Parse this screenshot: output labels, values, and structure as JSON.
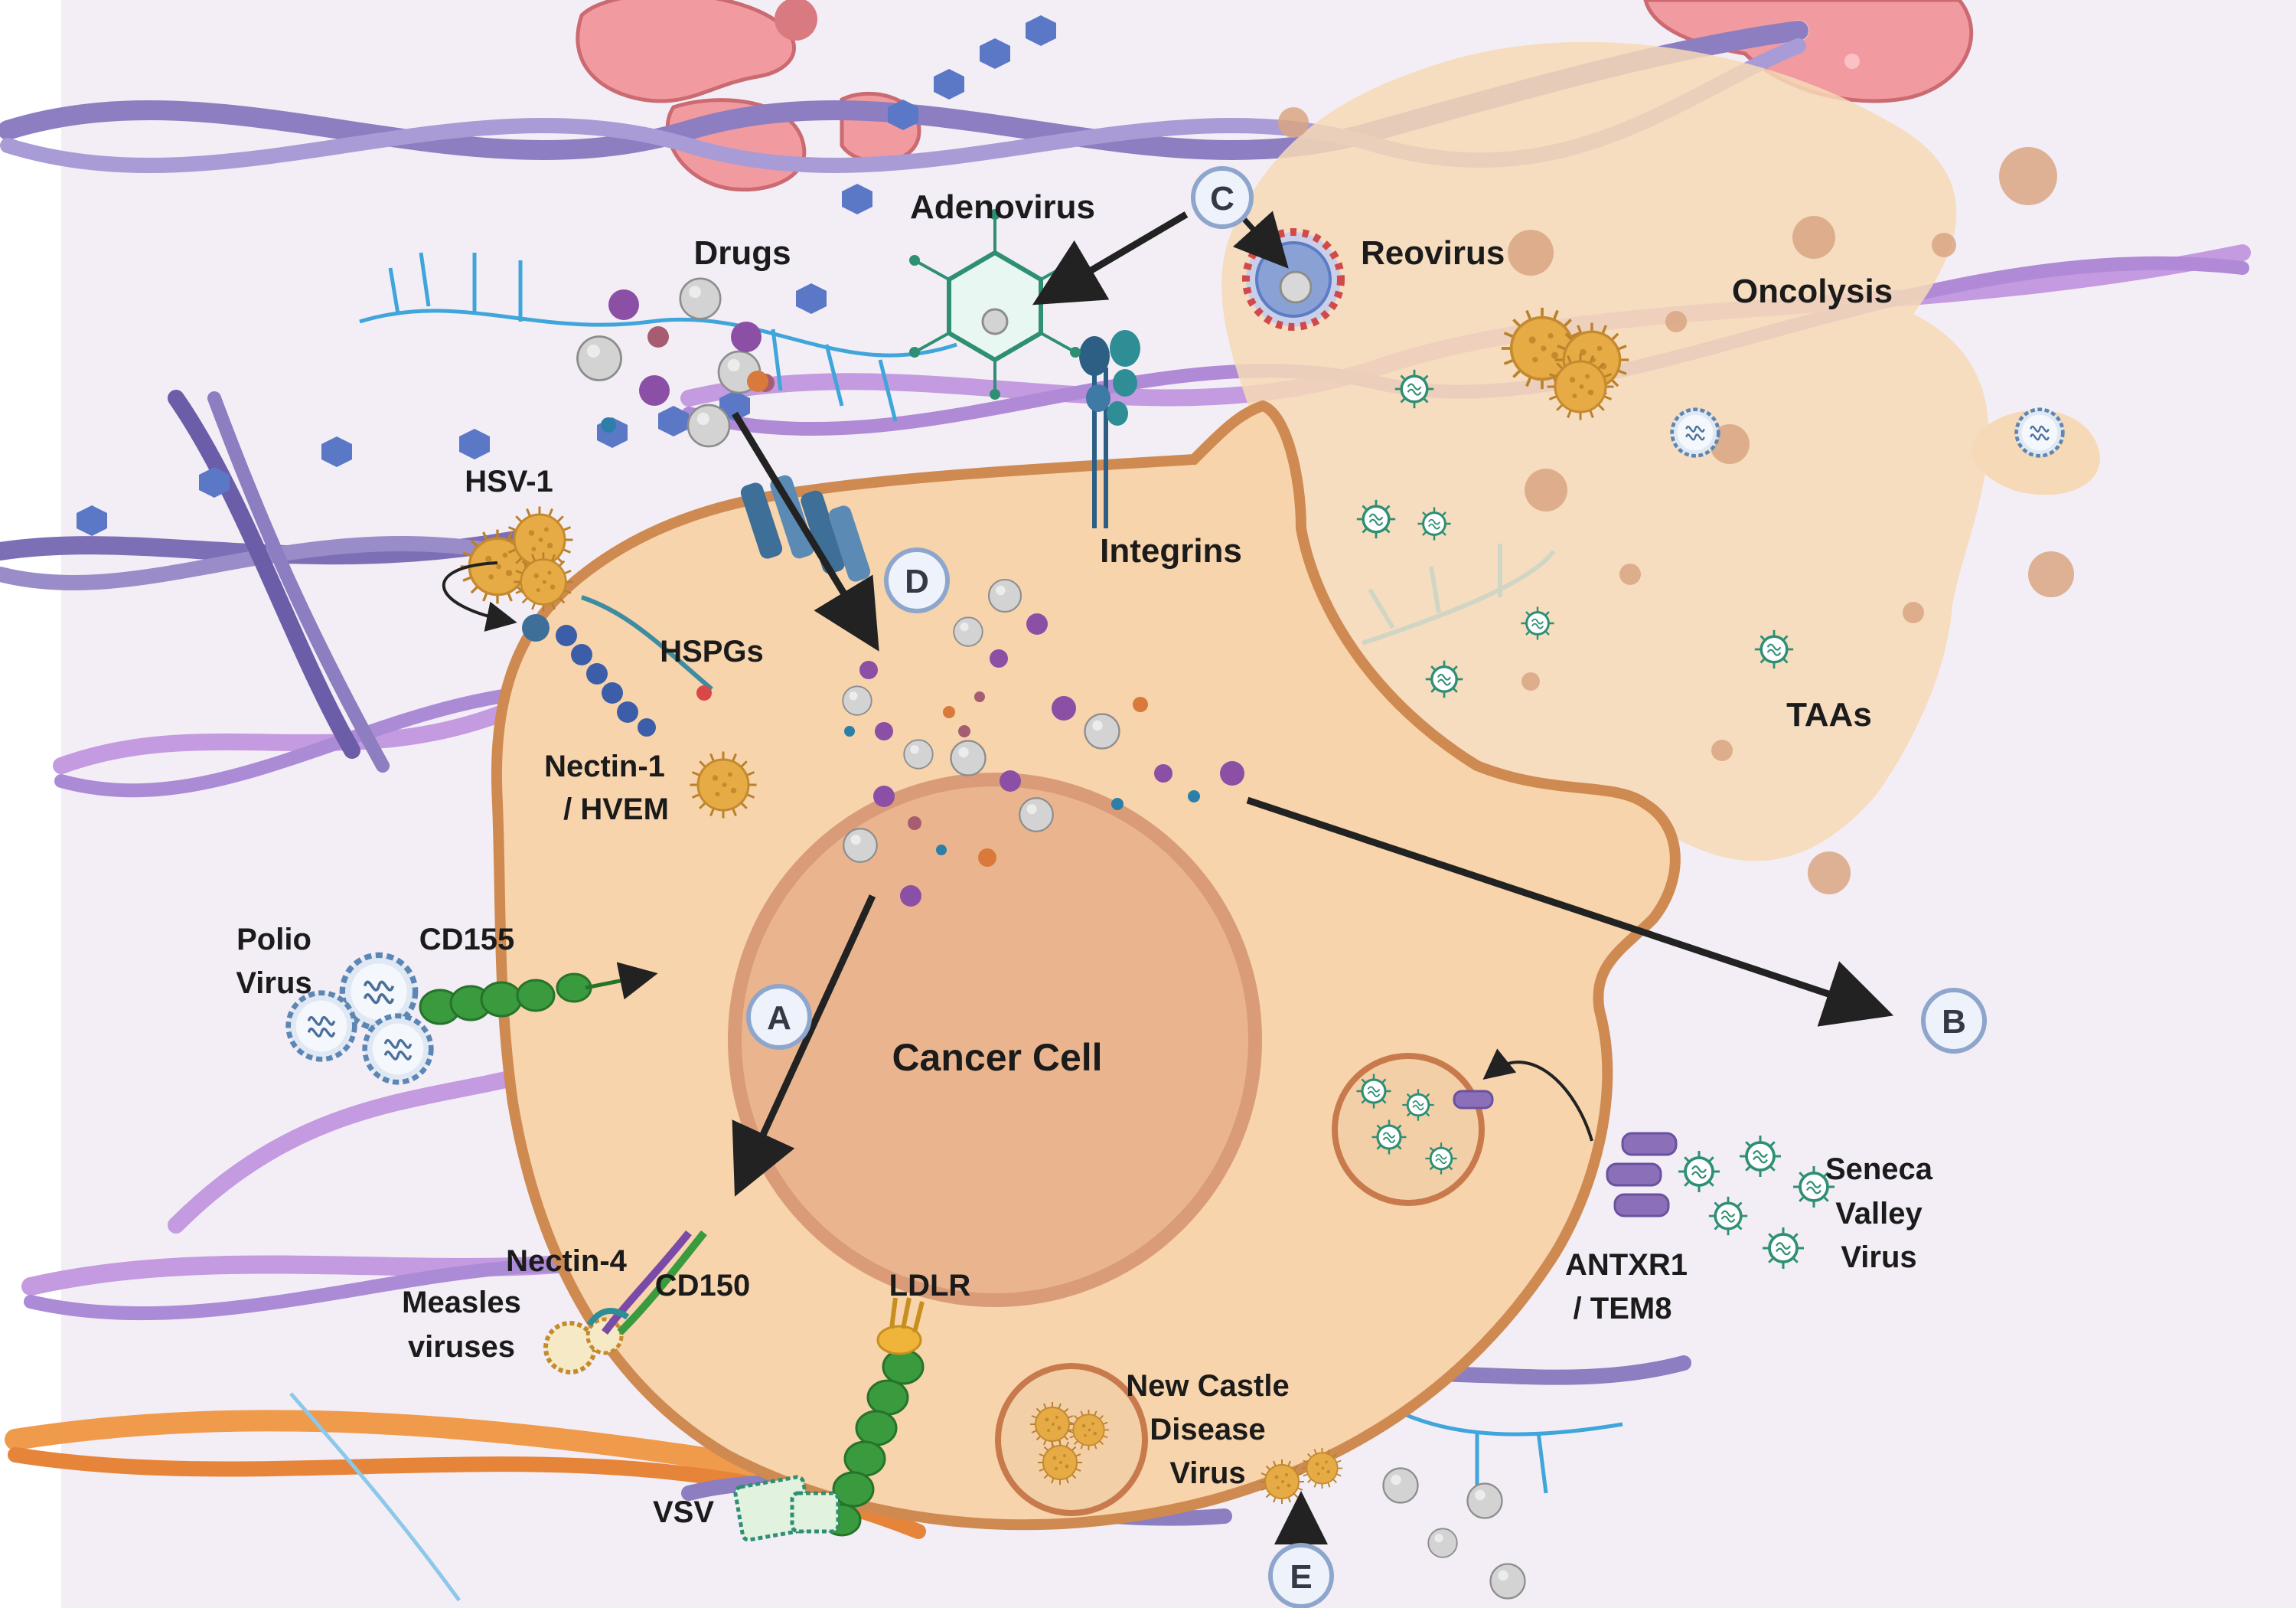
{
  "colors": {
    "background": "#f3eef6",
    "cytoplasm": "#f7d4ab",
    "membrane": "#cf8a52",
    "nucleus": "#eab58e",
    "nucleus_edge": "#d99b78",
    "tumor_mass": "#f6d9b6",
    "collagen_purple": "#8c7ec0",
    "collagen_violet": "#c49ae0",
    "collagen_orange": "#f09a4b",
    "arrow": "#222222",
    "marker_fill": "#eef3fb",
    "marker_stroke": "#8ea6cc",
    "virus_gold": "#e6ab45",
    "virus_green": "#2e8f73",
    "receptor_green": "#3a9a3e",
    "receptor_blue": "#3e6f98"
  },
  "icons": [
    "adenovirus-icon",
    "reovirus-icon",
    "hsv1-icon",
    "poliovirus-icon",
    "measles-virus-icon",
    "vsv-icon",
    "newcastle-virus-icon",
    "seneca-valley-virus-icon",
    "drug-nanoparticle-icon",
    "gpcr-channel-icon"
  ],
  "labels": {
    "adenovirus": "Adenovirus",
    "reovirus": "Reovirus",
    "drugs": "Drugs",
    "oncolysis": "Oncolysis",
    "hsv1": "HSV-1",
    "integrins": "Integrins",
    "hspgs": "HSPGs",
    "nectin1_line1": "Nectin-1",
    "nectin1_line2": "/ HVEM",
    "taas": "TAAs",
    "polio_line1": "Polio",
    "polio_line2": "Virus",
    "cd155": "CD155",
    "cancer_cell": "Cancer Cell",
    "seneca_line1": "Seneca",
    "seneca_line2": "Valley",
    "seneca_line3": "Virus",
    "antxr1_line1": "ANTXR1",
    "antxr1_line2": "/ TEM8",
    "nectin4": "Nectin-4",
    "cd150": "CD150",
    "measles_line1": "Measles",
    "measles_line2": "viruses",
    "ldlr": "LDLR",
    "ndv_line1": "New Castle",
    "ndv_line2": "Disease",
    "ndv_line3": "Virus",
    "vsv": "VSV"
  },
  "markers": {
    "a": "A",
    "b": "B",
    "c": "C",
    "d": "D",
    "e": "E"
  }
}
